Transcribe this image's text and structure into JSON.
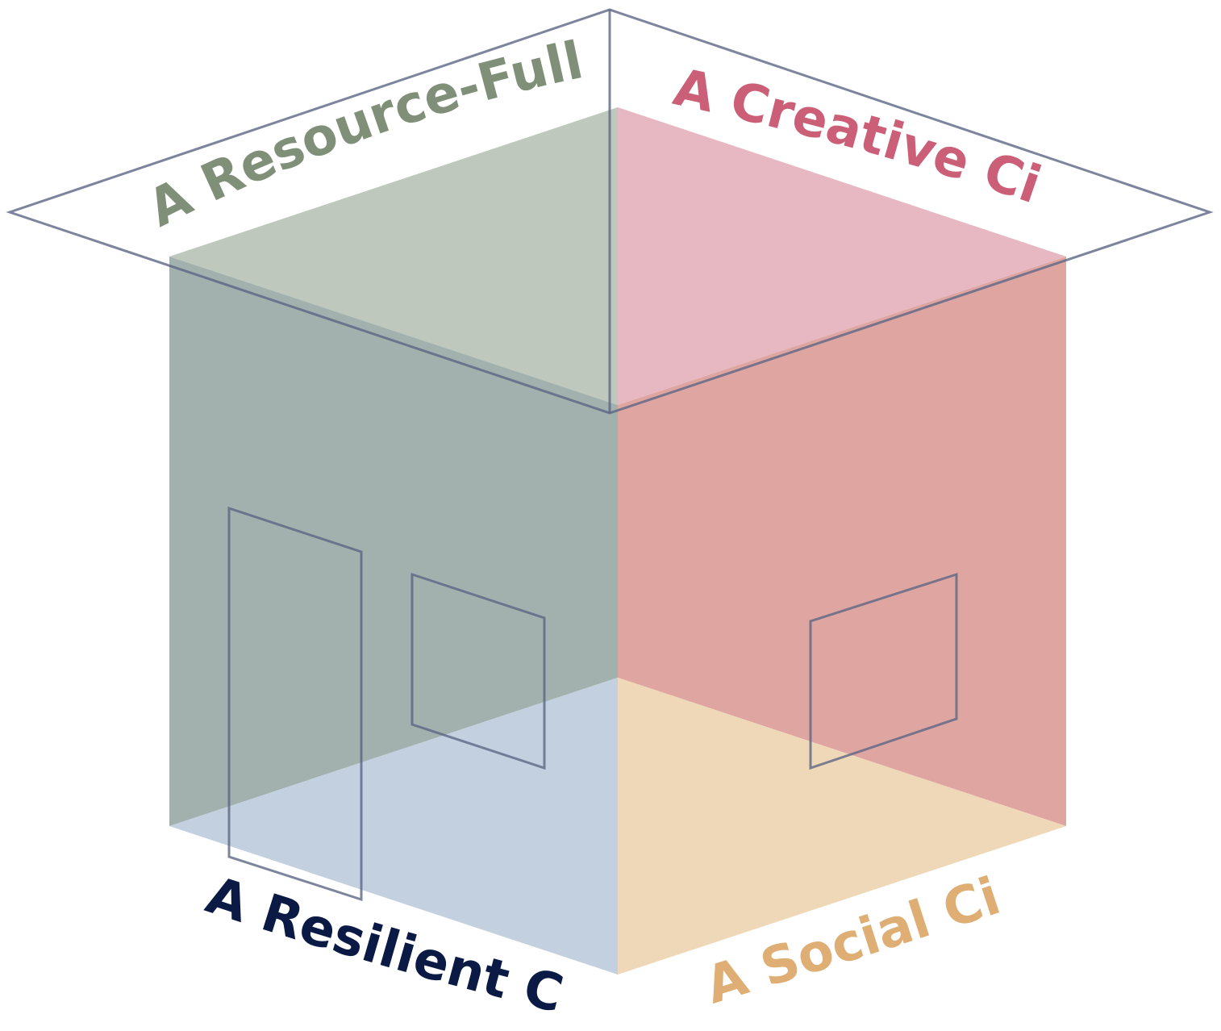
{
  "labels": {
    "resource_full": "A Resource-Full City",
    "creative": "A Creative City",
    "resilient": "A Resilient City",
    "social": "A Social City"
  },
  "colors": {
    "resource_full": "#7f8f78",
    "creative": "#cc5f78",
    "resilient": "#0b1a45",
    "social": "#deae74",
    "outline": "#5c6685",
    "top_left_fill": "#bfc8bd",
    "top_right_fill": "#e8b8c2",
    "left_wall_fill": "#a2b1ae",
    "right_wall_fill": "#dfa5a1",
    "floor_left_fill": "#c3d0e0",
    "floor_right_fill": "#efd8b8"
  },
  "icons": {
    "door": "door-icon",
    "left_window": "window-icon",
    "right_window": "window-icon"
  }
}
